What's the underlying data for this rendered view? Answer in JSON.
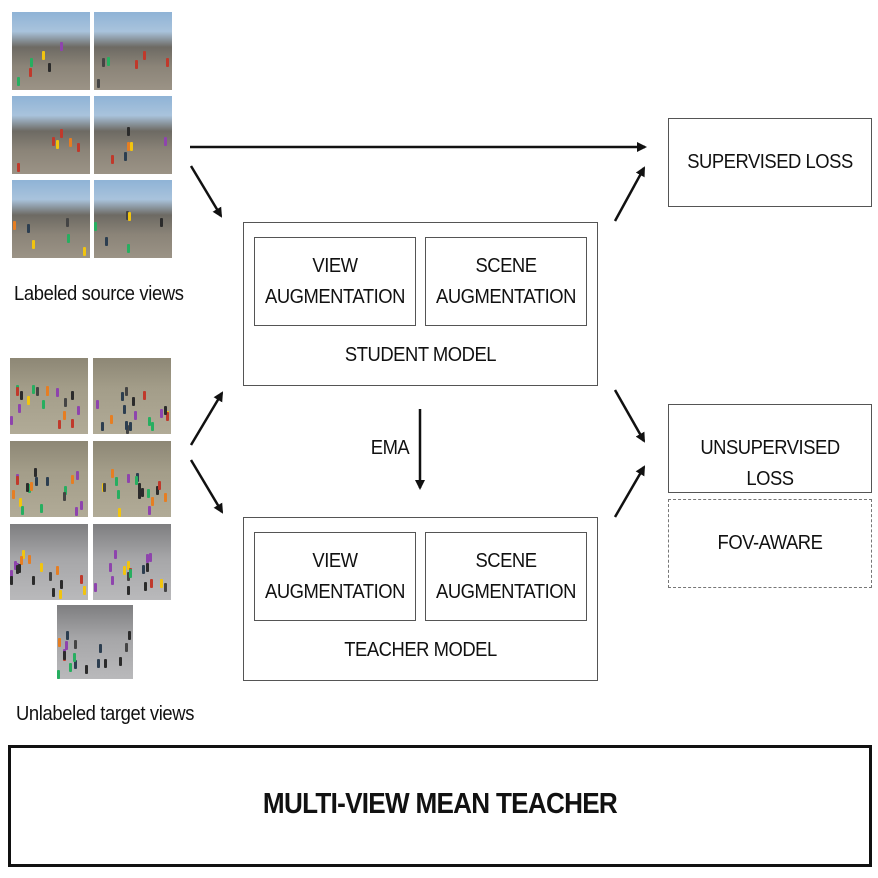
{
  "source_caption": "Labeled source views",
  "target_caption": "Unlabeled target views",
  "student": {
    "title": "STUDENT MODEL",
    "view_aug": [
      "VIEW",
      "AUGMENTATION"
    ],
    "scene_aug": [
      "SCENE",
      "AUGMENTATION"
    ]
  },
  "teacher": {
    "title": "TEACHER MODEL",
    "view_aug": [
      "VIEW",
      "AUGMENTATION"
    ],
    "scene_aug": [
      "SCENE",
      "AUGMENTATION"
    ]
  },
  "ema_label": "EMA",
  "supervised_loss": "SUPERVISED LOSS",
  "unsupervised_loss": "UNSUPERVISED LOSS",
  "fov_aware": "FOV-AWARE",
  "main_title": "MULTI-VIEW MEAN TEACHER",
  "colors": {
    "box_border": "#555555",
    "dashed_border": "#777777",
    "arrow": "#111111"
  }
}
